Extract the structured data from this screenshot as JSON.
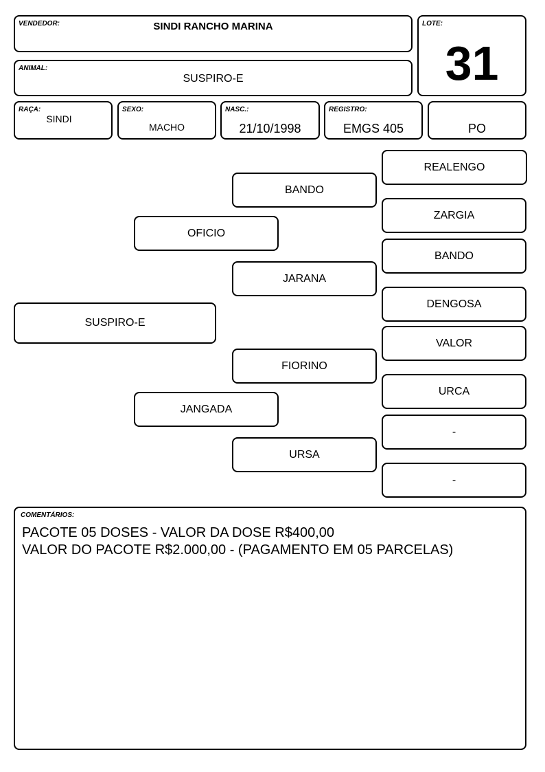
{
  "header": {
    "vendedor_label": "VENDEDOR:",
    "vendedor": "SINDI RANCHO MARINA",
    "lote_label": "LOTE:",
    "lote": "31",
    "animal_label": "ANIMAL:",
    "animal": "SUSPIRO-E"
  },
  "info": {
    "raca_label": "RAÇA:",
    "raca": "SINDI",
    "sexo_label": "SEXO:",
    "sexo": "MACHO",
    "nasc_label": "NASC.:",
    "nasc": "21/10/1998",
    "registro_label": "REGISTRO:",
    "registro": "EMGS 405",
    "categoria": "PO"
  },
  "pedigree": {
    "animal": "SUSPIRO-E",
    "sire": "OFICIO",
    "dam": "JANGADA",
    "sire_sire": "BANDO",
    "sire_dam": "JARANA",
    "dam_sire": "FIORINO",
    "dam_dam": "URSA",
    "ggp": [
      "REALENGO",
      "ZARGIA",
      "BANDO",
      "DENGOSA",
      "VALOR",
      "URCA",
      "-",
      "-"
    ]
  },
  "comments": {
    "label": "COMENTÁRIOS:",
    "lines": [
      "PACOTE 05 DOSES - VALOR DA DOSE R$400,00",
      "VALOR DO PACOTE R$2.000,00 - (PAGAMENTO EM 05 PARCELAS)"
    ]
  }
}
